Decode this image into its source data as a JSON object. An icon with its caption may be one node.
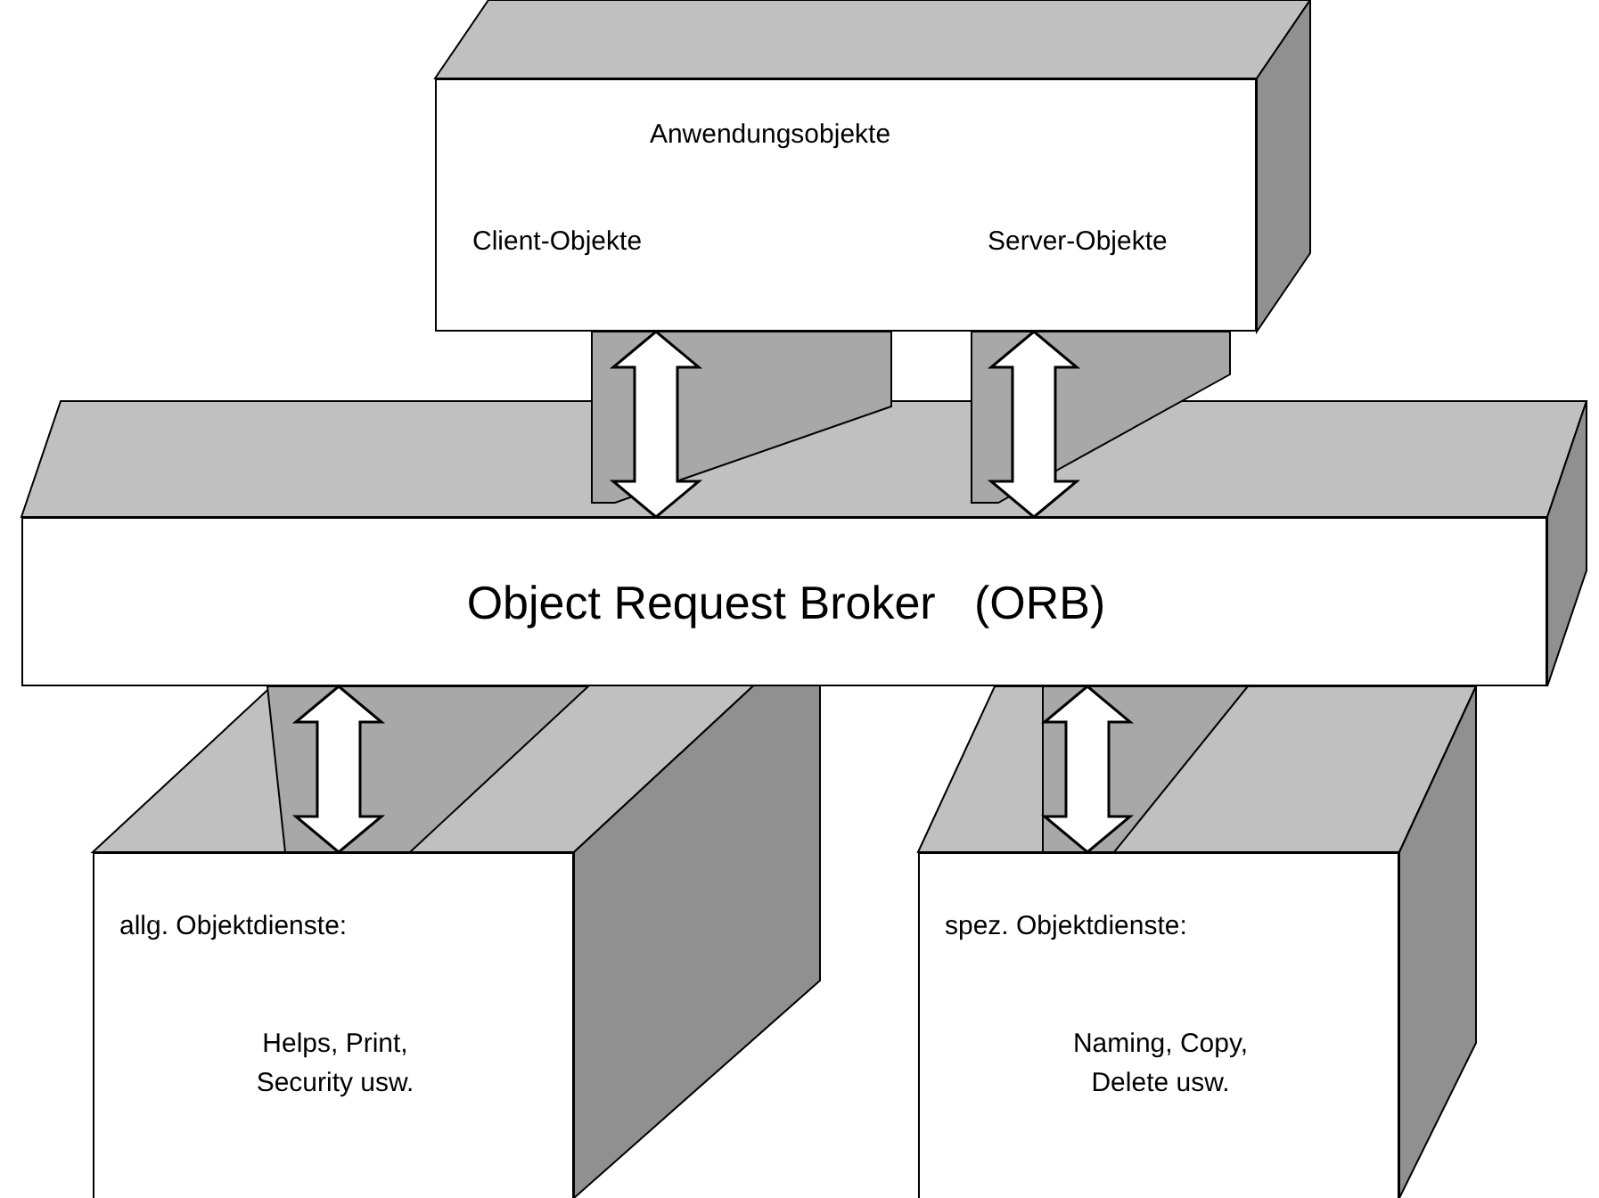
{
  "diagram": {
    "nodes": [
      {
        "text": [
          "Anwendungsobjekte",
          "Client-Objekte",
          "Server-Objekte"
        ]
      },
      {
        "text": [
          "Object Request Broker   (ORB)"
        ]
      },
      {
        "text": [
          "allg. Objektdienste:",
          "Helps, Print, Security usw."
        ]
      },
      {
        "text": [
          "spez. Objektdienste:",
          "Naming, Copy, Delete usw."
        ]
      }
    ],
    "edges": [
      {
        "from": 0,
        "to": 1,
        "arrow": "both"
      },
      {
        "from": 0,
        "to": 1,
        "arrow": "both"
      },
      {
        "from": 1,
        "to": 2,
        "arrow": "both"
      },
      {
        "from": 1,
        "to": 3,
        "arrow": "both"
      }
    ]
  }
}
